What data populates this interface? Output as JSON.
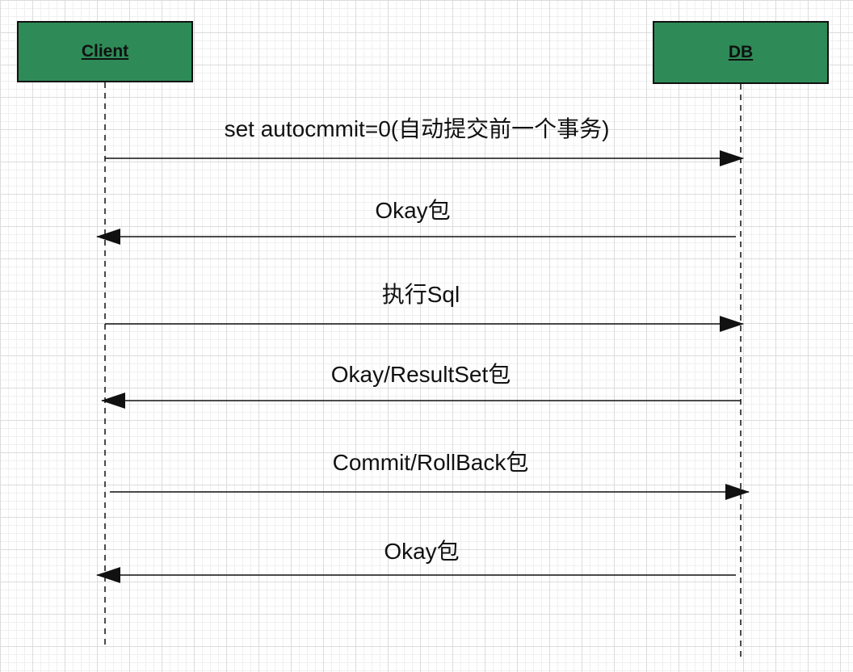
{
  "colors": {
    "actor_fill": "#2e8b57",
    "line": "#111111"
  },
  "participants": [
    {
      "name": "Client"
    },
    {
      "name": "DB"
    }
  ],
  "messages": [
    {
      "from": "Client",
      "to": "DB",
      "label": "set autocmmit=0(自动提交前一个事务)"
    },
    {
      "from": "DB",
      "to": "Client",
      "label": "Okay包"
    },
    {
      "from": "Client",
      "to": "DB",
      "label": "执行Sql"
    },
    {
      "from": "DB",
      "to": "Client",
      "label": "Okay/ResultSet包"
    },
    {
      "from": "Client",
      "to": "DB",
      "label": "Commit/RollBack包"
    },
    {
      "from": "DB",
      "to": "Client",
      "label": "Okay包"
    }
  ]
}
